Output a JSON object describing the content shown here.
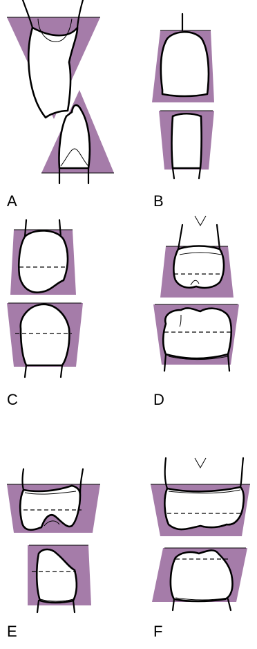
{
  "panels": [
    {
      "label": "A"
    },
    {
      "label": "B"
    },
    {
      "label": "C"
    },
    {
      "label": "D"
    },
    {
      "label": "E"
    },
    {
      "label": "F"
    }
  ],
  "colors": {
    "outline_shape_fill": "#a57ca9",
    "stroke": "#000000",
    "background": "#ffffff"
  }
}
